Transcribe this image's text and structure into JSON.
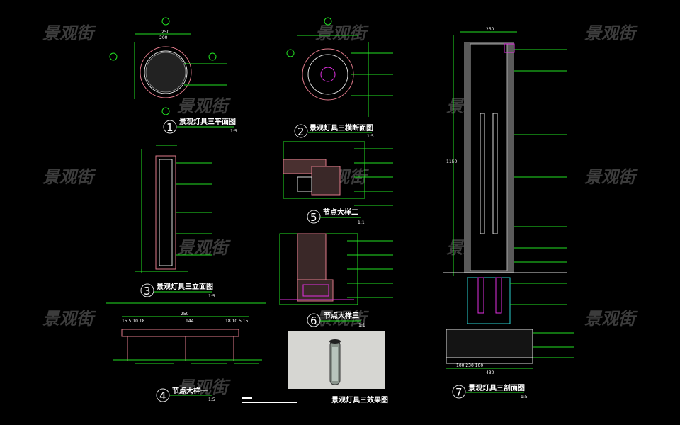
{
  "watermark": "景观街",
  "views": [
    {
      "num": "1",
      "title": "景观灯具三平面图",
      "scale": "1:5"
    },
    {
      "num": "2",
      "title": "景观灯具三横断面图",
      "scale": "1:5"
    },
    {
      "num": "3",
      "title": "景观灯具三立面图",
      "scale": "1:5"
    },
    {
      "num": "4",
      "title": "节点大样一",
      "scale": "1:5"
    },
    {
      "num": "5",
      "title": "节点大样二",
      "scale": "1:1"
    },
    {
      "num": "6",
      "title": "节点大样三",
      "scale": "1:1"
    },
    {
      "num": "",
      "title": "景观灯具三效果图",
      "scale": ""
    },
    {
      "num": "7",
      "title": "景观灯具三剖面图",
      "scale": "1:5"
    }
  ],
  "dimensions": {
    "plan_width": "250",
    "plan_inner": "200",
    "detail1_total": "250",
    "detail1_mid": "144",
    "detail1_left": "15 5 10 18",
    "detail1_right": "18 10 5 15",
    "section_width": "250",
    "section_base": "430",
    "section_height": "1150",
    "section_base_parts": "100 230 100"
  }
}
